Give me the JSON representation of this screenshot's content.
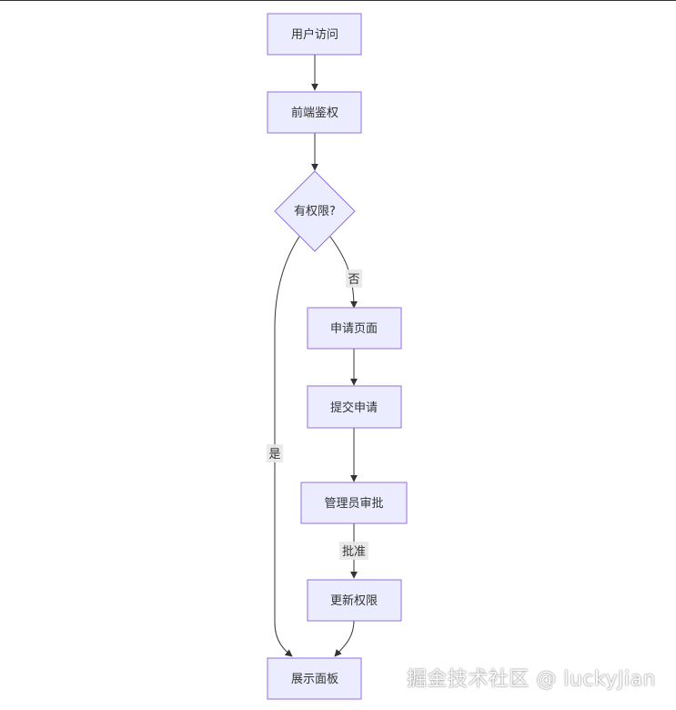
{
  "nodes": {
    "user_visit": "用户访问",
    "frontend_auth": "前端鉴权",
    "has_permission": "有权限?",
    "apply_page": "申请页面",
    "submit_apply": "提交申请",
    "admin_review": "管理员审批",
    "update_permission": "更新权限",
    "show_panel": "展示面板"
  },
  "edges": {
    "no_label": "否",
    "yes_label": "是",
    "approve_label": "批准"
  },
  "watermark": "掘金技术社区 @ luckyJian",
  "colors": {
    "node_fill": "#ECECFF",
    "node_stroke": "#9370DB",
    "edge": "#333333",
    "edge_label_bg": "#e8e8e8"
  }
}
